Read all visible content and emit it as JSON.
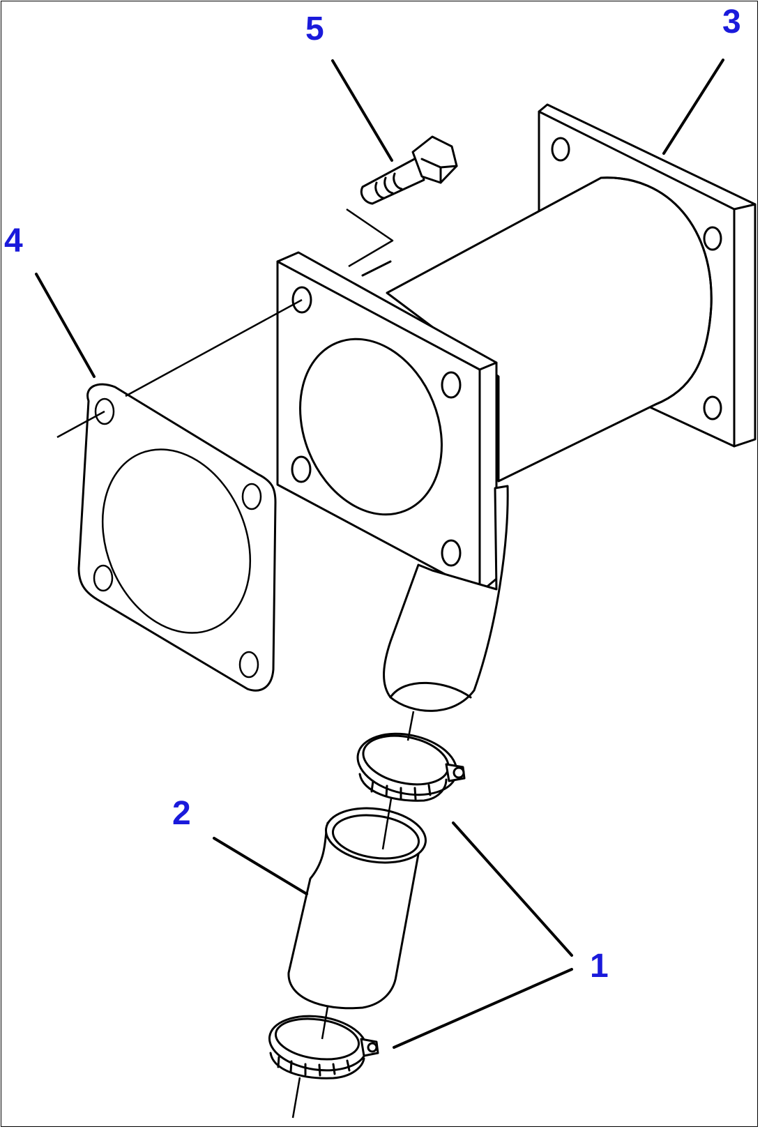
{
  "callouts": {
    "c1": "1",
    "c2": "2",
    "c3": "3",
    "c4": "4",
    "c5": "5"
  },
  "colors": {
    "callout": "#1a1adb",
    "line": "#000000",
    "background": "#ffffff"
  }
}
